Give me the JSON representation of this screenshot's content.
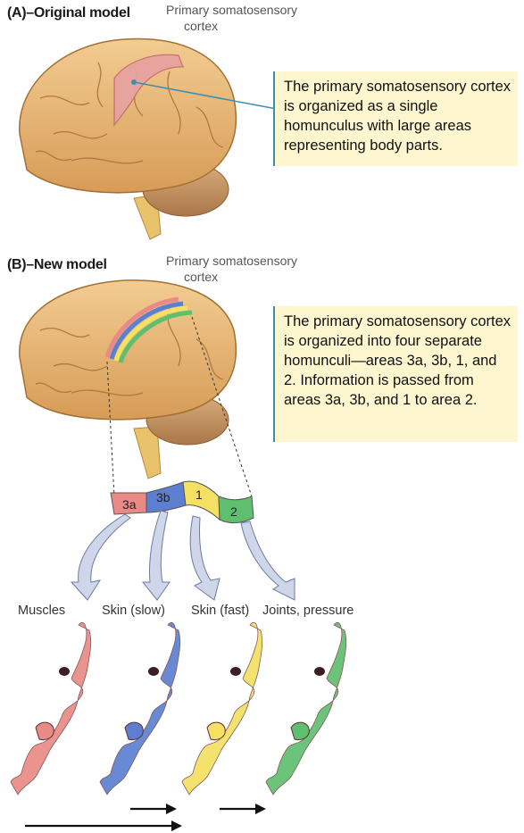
{
  "sectionA": {
    "title": "(A)–Original model",
    "cortex_label_line1": "Primary somatosensory",
    "cortex_label_line2": "cortex",
    "callout": "The primary somatosensory cortex is organized as a single homunculus with large areas representing body parts."
  },
  "sectionB": {
    "title": "(B)–New model",
    "cortex_label_line1": "Primary somatosensory",
    "cortex_label_line2": "cortex",
    "callout": "The primary somatosensory cortex is organized into four separate homunculi—areas 3a, 3b, 1, and 2. Information is passed from areas 3a, 3b, and 1 to area 2."
  },
  "areas": [
    {
      "label": "3a",
      "color": "#e98a86",
      "category": "Muscles"
    },
    {
      "label": "3b",
      "color": "#5c7fd1",
      "category": "Skin (slow)"
    },
    {
      "label": "1",
      "color": "#f4e063",
      "category": "Skin (fast)"
    },
    {
      "label": "2",
      "color": "#5fbf6e",
      "category": "Joints, pressure"
    }
  ],
  "colors": {
    "brain": "#e9b97a",
    "brain_shadow": "#c98f4c",
    "callout_bg": "#fdf6cf",
    "callout_border": "#3a8fb0",
    "arrow_fill": "#cfd6ea",
    "arrow_stroke": "#6c7aa6"
  },
  "icons": [
    "brain-illustration",
    "homunculus-figure",
    "arrow-icon"
  ]
}
